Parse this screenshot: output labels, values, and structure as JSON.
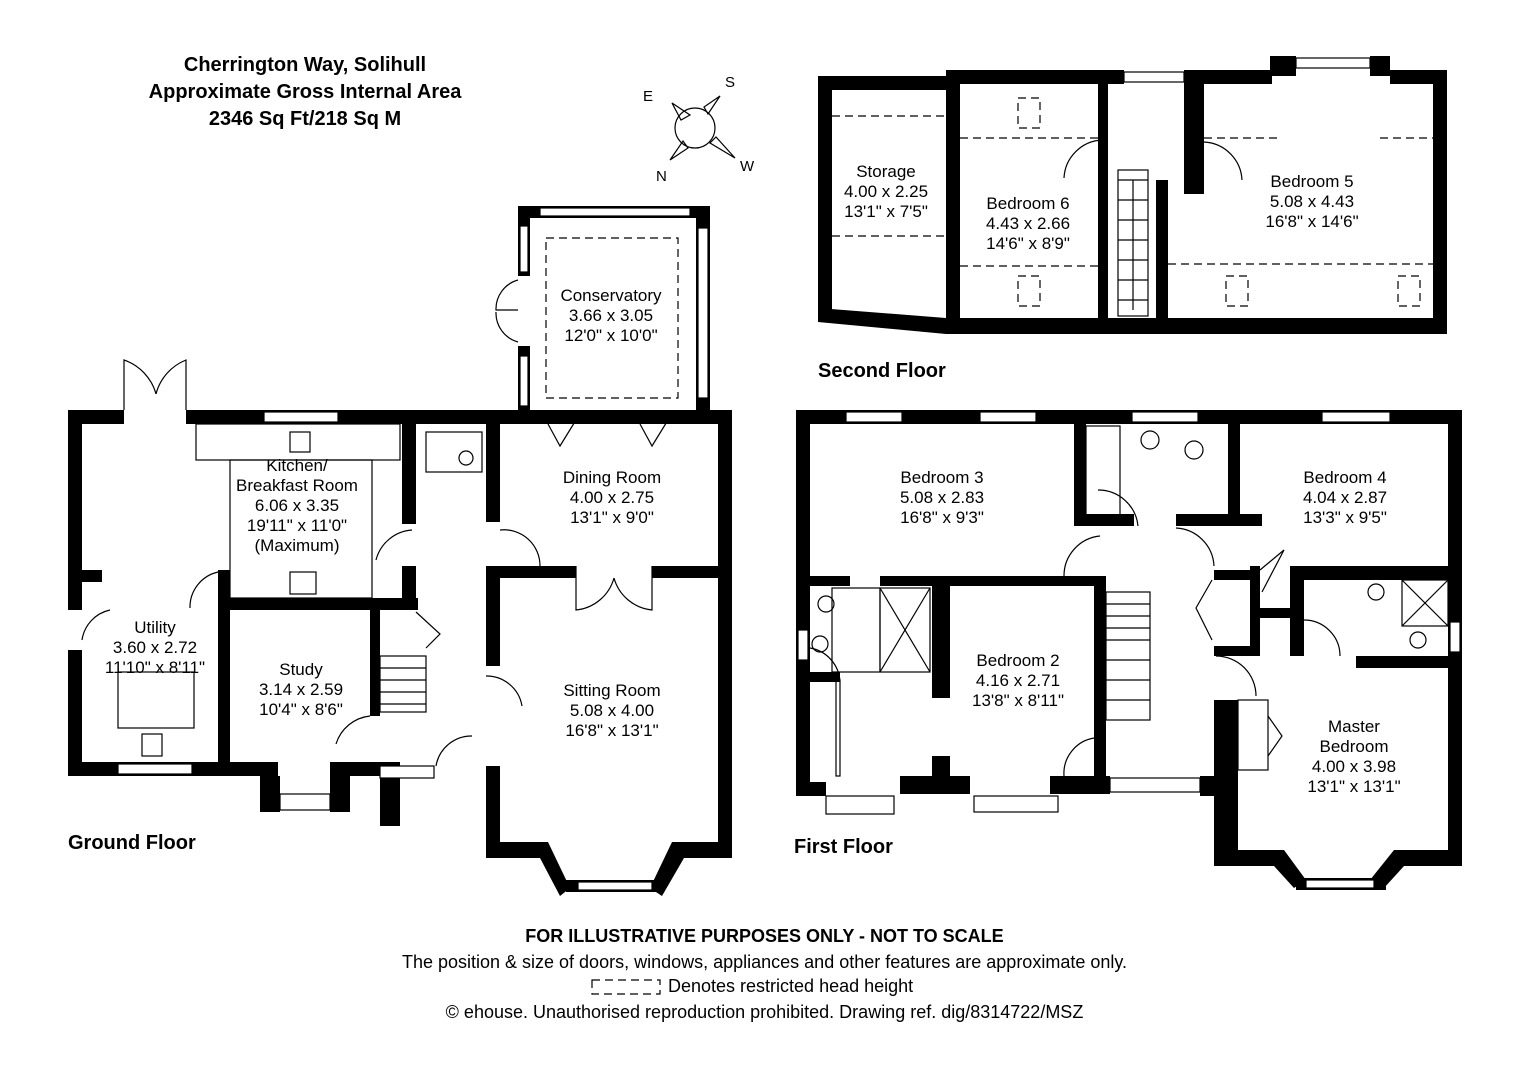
{
  "header": {
    "address": "Cherrington Way, Solihull",
    "area_label": "Approximate Gross Internal Area",
    "area_value": "2346 Sq Ft/218 Sq M"
  },
  "compass": {
    "e": "E",
    "s": "S",
    "n": "N",
    "w": "W"
  },
  "floors": {
    "ground": {
      "label": "Ground Floor",
      "rooms": {
        "conservatory": {
          "name": "Conservatory",
          "metric": "3.66 x 3.05",
          "imperial": "12'0\" x 10'0\""
        },
        "kitchen": {
          "name1": "Kitchen/",
          "name2": "Breakfast Room",
          "metric": "6.06 x 3.35",
          "imperial": "19'11\" x 11'0\"",
          "note": "(Maximum)"
        },
        "dining": {
          "name": "Dining Room",
          "metric": "4.00 x 2.75",
          "imperial": "13'1\" x 9'0\""
        },
        "utility": {
          "name": "Utility",
          "metric": "3.60 x 2.72",
          "imperial": "11'10\" x 8'11\""
        },
        "study": {
          "name": "Study",
          "metric": "3.14 x 2.59",
          "imperial": "10'4\" x 8'6\""
        },
        "sitting": {
          "name": "Sitting Room",
          "metric": "5.08 x 4.00",
          "imperial": "16'8\" x 13'1\""
        }
      }
    },
    "first": {
      "label": "First Floor",
      "rooms": {
        "bedroom3": {
          "name": "Bedroom 3",
          "metric": "5.08 x 2.83",
          "imperial": "16'8\" x 9'3\""
        },
        "bedroom4": {
          "name": "Bedroom 4",
          "metric": "4.04 x 2.87",
          "imperial": "13'3\" x 9'5\""
        },
        "bedroom2": {
          "name": "Bedroom 2",
          "metric": "4.16 x 2.71",
          "imperial": "13'8\" x 8'11\""
        },
        "master": {
          "name1": "Master",
          "name2": "Bedroom",
          "metric": "4.00 x 3.98",
          "imperial": "13'1\" x 13'1\""
        }
      }
    },
    "second": {
      "label": "Second Floor",
      "rooms": {
        "storage": {
          "name": "Storage",
          "metric": "4.00 x 2.25",
          "imperial": "13'1\" x 7'5\""
        },
        "bedroom6": {
          "name": "Bedroom 6",
          "metric": "4.43 x 2.66",
          "imperial": "14'6\" x 8'9\""
        },
        "bedroom5": {
          "name": "Bedroom 5",
          "metric": "5.08 x 4.43",
          "imperial": "16'8\" x 14'6\""
        }
      }
    }
  },
  "footer": {
    "disclaimer": "FOR ILLUSTRATIVE PURPOSES ONLY - NOT TO SCALE",
    "note": "The position & size of doors, windows, appliances and other features are approximate only.",
    "legend": "Denotes restricted head height",
    "copyright": "© ehouse. Unauthorised reproduction prohibited. Drawing ref. dig/8314722/MSZ"
  }
}
